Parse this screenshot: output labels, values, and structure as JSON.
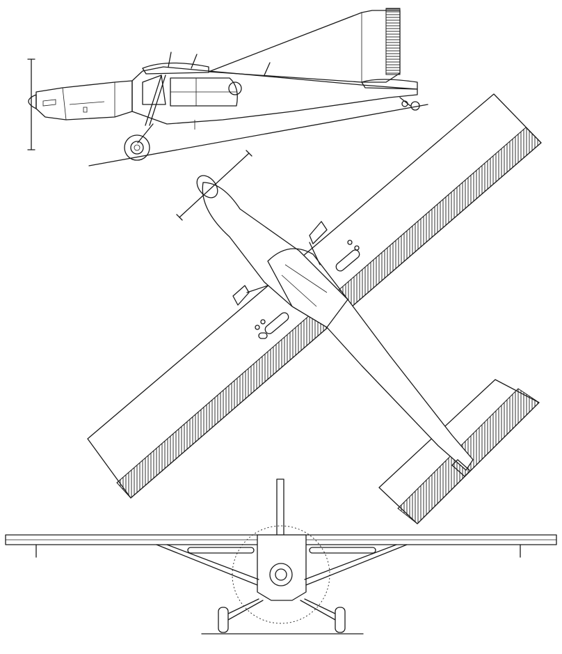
{
  "drawing": {
    "colors": {
      "ink": "#1a1a1a",
      "paper": "#ffffff"
    },
    "views": [
      {
        "id": "side-view"
      },
      {
        "id": "plan-view"
      },
      {
        "id": "front-view"
      }
    ]
  }
}
